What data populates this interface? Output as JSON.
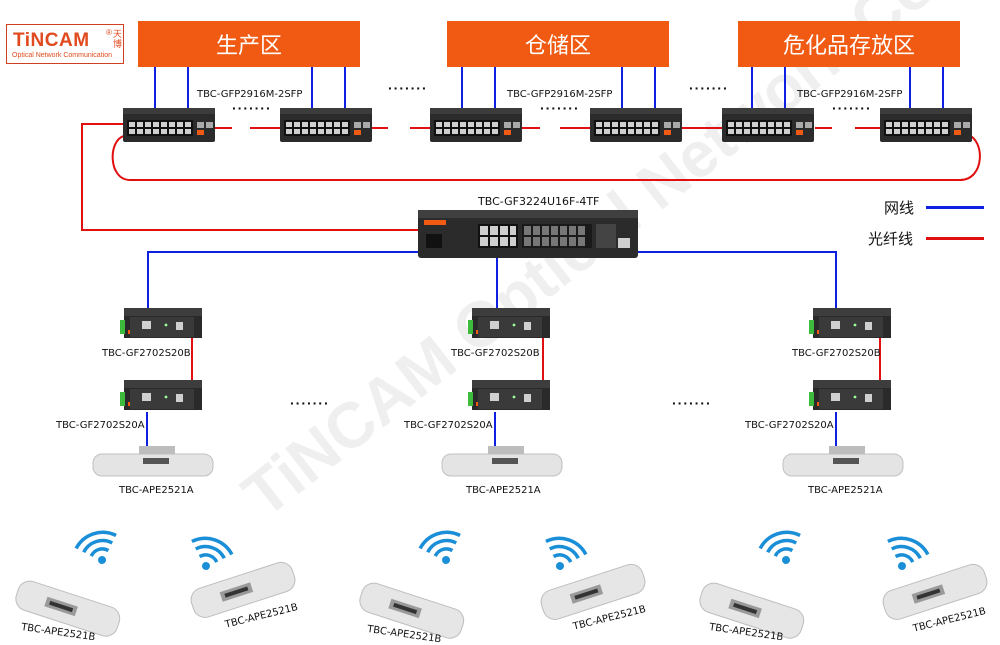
{
  "logo": {
    "brand": "TiNCAM",
    "reg_mark": "®",
    "cn": "天博",
    "tagline": "Optical Network Communication"
  },
  "zones": [
    {
      "name": "生产区",
      "switch_model": "TBC-GFP2916M-2SFP"
    },
    {
      "name": "仓储区",
      "switch_model": "TBC-GFP2916M-2SFP"
    },
    {
      "name": "危化品存放区",
      "switch_model": "TBC-GFP2916M-2SFP"
    }
  ],
  "core_switch": {
    "model": "TBC-GF3224U16F-4TF"
  },
  "converters": [
    {
      "top_model": "TBC-GF2702S20B",
      "bottom_model": "TBC-GF2702S20A",
      "bridge_model": "TBC-APE2521A"
    },
    {
      "top_model": "TBC-GF2702S20B",
      "bottom_model": "TBC-GF2702S20A",
      "bridge_model": "TBC-APE2521A"
    },
    {
      "top_model": "TBC-GF2702S20B",
      "bottom_model": "TBC-GF2702S20A",
      "bridge_model": "TBC-APE2521A"
    }
  ],
  "remote_bridges": [
    {
      "model": "TBC-APE2521B"
    },
    {
      "model": "TBC-APE2521B"
    },
    {
      "model": "TBC-APE2521B"
    },
    {
      "model": "TBC-APE2521B"
    },
    {
      "model": "TBC-APE2521B"
    },
    {
      "model": "TBC-APE2521B"
    }
  ],
  "ellipsis": "·······",
  "legend": [
    {
      "label": "网线",
      "color": "#1020e0"
    },
    {
      "label": "光纤线",
      "color": "#e01010"
    }
  ],
  "colors": {
    "ethernet": "#1020e0",
    "fiber": "#e01010",
    "zone_bg": "#f05a12",
    "device_orange": "#f05a12",
    "wifi": "#1a8fd8"
  },
  "watermark": "TiNCAM Optical Network Communication"
}
